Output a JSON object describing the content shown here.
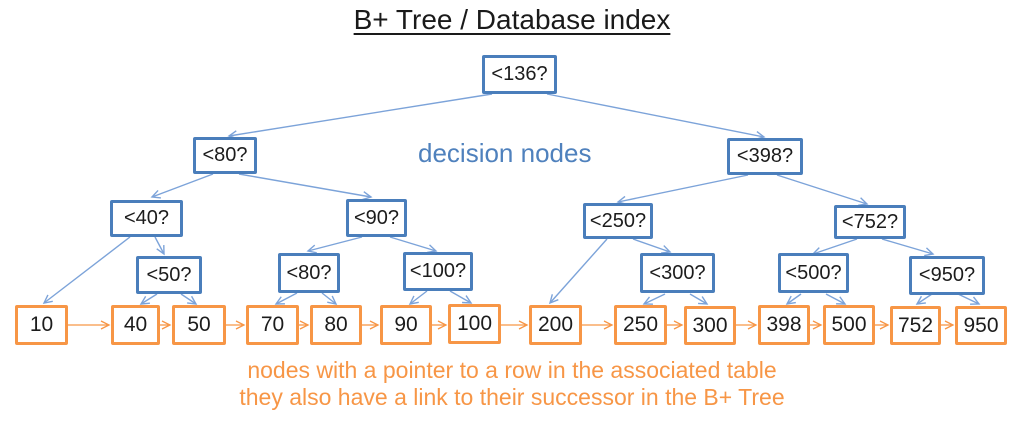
{
  "title": "B+ Tree / Database index",
  "annotations": {
    "decision_nodes_label": "decision nodes",
    "leaf_caption_line1": "nodes with a pointer to a row in the associated table",
    "leaf_caption_line2": "they also have a link to their successor in the B+ Tree"
  },
  "colors": {
    "decision_node_border": "#4a7ebb",
    "tree_edge_blue": "#7ca3d9",
    "leaf_node_border": "#f79646",
    "leaf_chain_arrow": "#f79646",
    "decision_label_text": "#4f81bd",
    "caption_text": "#f79646",
    "node_text": "#1c1c1c",
    "title_text": "#1a1a1a",
    "background": "#ffffff"
  },
  "nodes": {
    "decision": [
      {
        "label": "<136?"
      },
      {
        "label": "<80?"
      },
      {
        "label": "<398?"
      },
      {
        "label": "<40?"
      },
      {
        "label": "<90?"
      },
      {
        "label": "<250?"
      },
      {
        "label": "<752?"
      },
      {
        "label": "<50?"
      },
      {
        "label": "<80?"
      },
      {
        "label": "<100?"
      },
      {
        "label": "<300?"
      },
      {
        "label": "<500?"
      },
      {
        "label": "<950?"
      }
    ],
    "leaf": [
      {
        "label": "10"
      },
      {
        "label": "40"
      },
      {
        "label": "50"
      },
      {
        "label": "70"
      },
      {
        "label": "80"
      },
      {
        "label": "90"
      },
      {
        "label": "100"
      },
      {
        "label": "200"
      },
      {
        "label": "250"
      },
      {
        "label": "300"
      },
      {
        "label": "398"
      },
      {
        "label": "500"
      },
      {
        "label": "752"
      },
      {
        "label": "950"
      }
    ]
  }
}
